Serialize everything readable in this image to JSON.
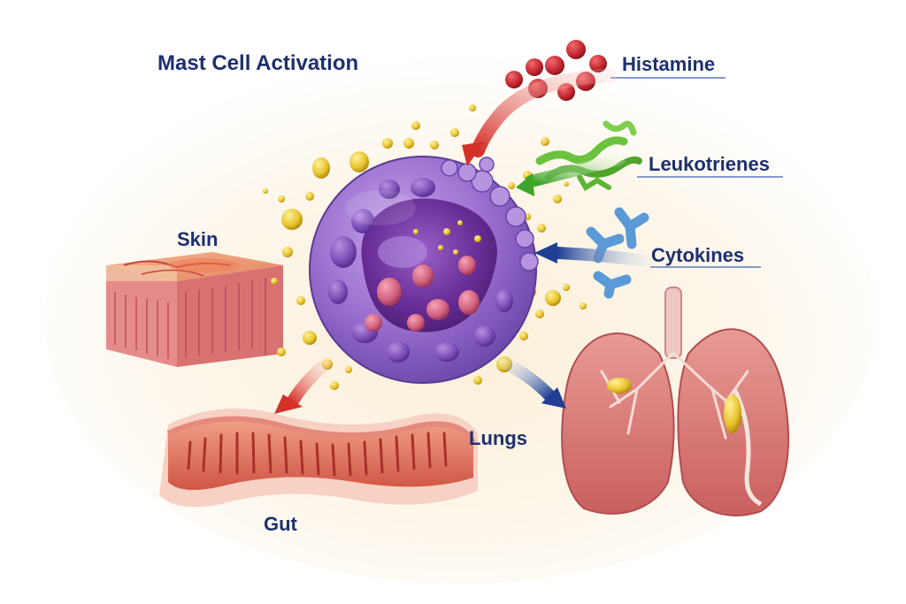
{
  "title": "Mast Cell Activation",
  "mediators": {
    "histamine": "Histamine",
    "leukotrienes": "Leukotrienes",
    "cytokines": "Cytokines"
  },
  "organs": {
    "skin": "Skin",
    "gut": "Gut",
    "lungs": "Lungs"
  },
  "colors": {
    "label_text": "#1d2f6e",
    "mast_cell": "#9a6fcf",
    "histamine": "#c4262e",
    "leukotrienes": "#6bc23e",
    "cytokines": "#5a9ad6",
    "granules": "#e8c22a",
    "arrow_red": "#d5312b",
    "arrow_blue": "#1f3f94",
    "arrow_green": "#4bb532"
  }
}
